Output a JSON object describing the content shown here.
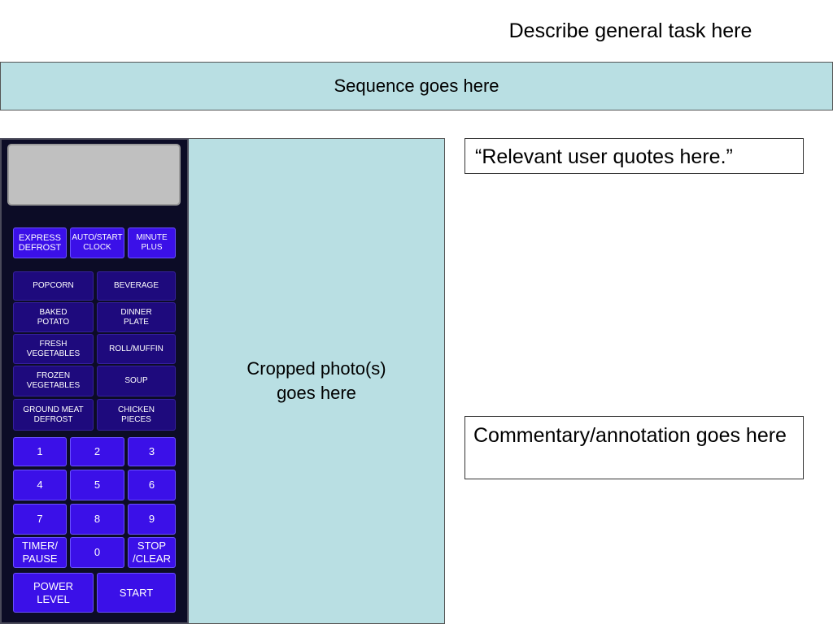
{
  "header": {
    "task": "Describe general task here"
  },
  "sequence": {
    "label": "Sequence goes here"
  },
  "photo": {
    "caption": "Cropped photo(s) goes here"
  },
  "quotes": {
    "text": "“Relevant user quotes here.”"
  },
  "commentary": {
    "text": "Commentary/annotation goes here"
  },
  "microwave": {
    "top_row": [
      "EXPRESS\nDEFROST",
      "AUTO/START\nCLOCK",
      "MINUTE\nPLUS"
    ],
    "presets": [
      "POPCORN",
      "BEVERAGE",
      "BAKED\nPOTATO",
      "DINNER\nPLATE",
      "FRESH\nVEGETABLES",
      "ROLL/MUFFIN",
      "FROZEN\nVEGETABLES",
      "SOUP",
      "GROUND MEAT\nDEFROST",
      "CHICKEN\nPIECES"
    ],
    "keypad": [
      "1",
      "2",
      "3",
      "4",
      "5",
      "6",
      "7",
      "8",
      "9"
    ],
    "timer_pause": "TIMER/\nPAUSE",
    "zero": "0",
    "stop_clear": "STOP\n/CLEAR",
    "power_level": "POWER\nLEVEL",
    "start": "START"
  }
}
